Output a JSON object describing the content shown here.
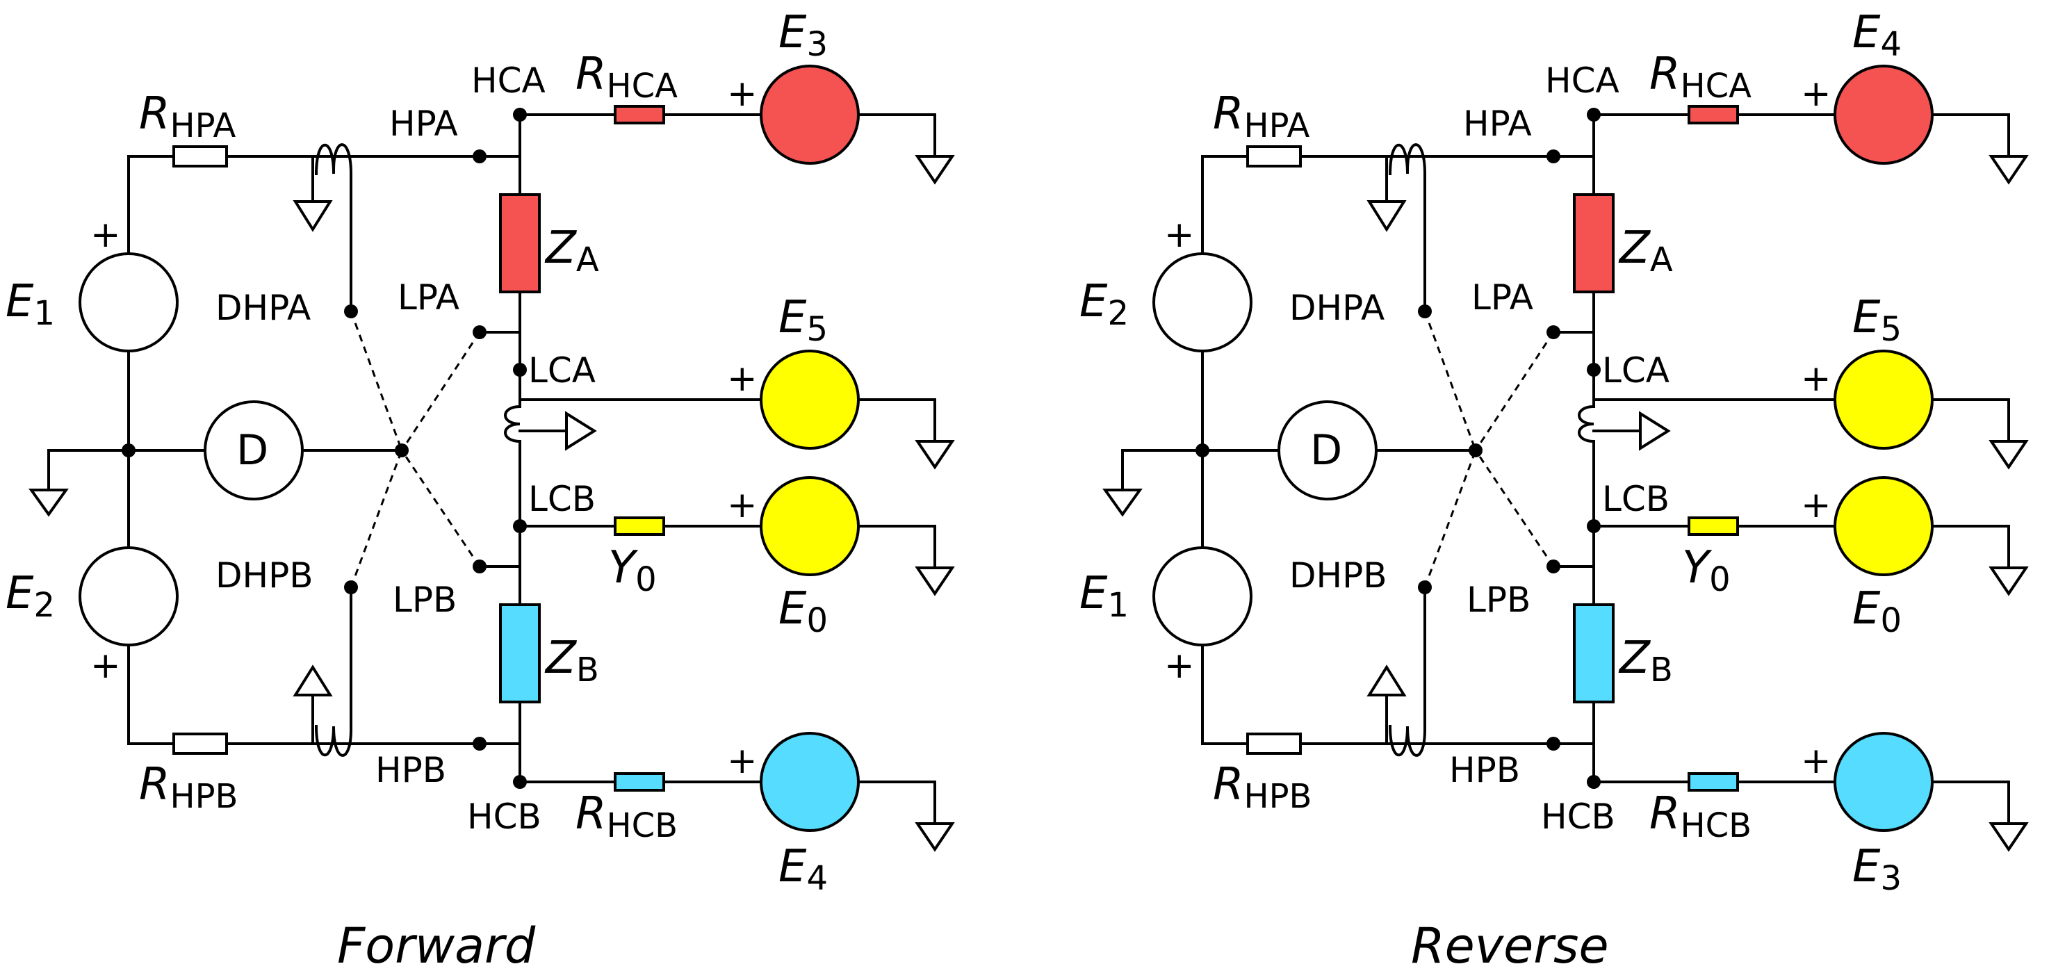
{
  "colors": {
    "red": "#f55252",
    "yellow": "#ffff00",
    "cyan": "#55dcff"
  },
  "nodes": {
    "hpa": "HPA",
    "hca": "HCA",
    "dhpa": "DHPA",
    "lpa": "LPA",
    "lca": "LCA",
    "lcb": "LCB",
    "dhpb": "DHPB",
    "lpb": "LPB",
    "hpb": "HPB",
    "hcb": "HCB"
  },
  "symbols": {
    "r": "R",
    "hpa_sub": "HPA",
    "hpb_sub": "HPB",
    "hca_sub": "HCA",
    "hcb_sub": "HCB",
    "z": "Z",
    "za_sub": "A",
    "zb_sub": "B",
    "y": "Y",
    "y_sub": "0",
    "e": "E",
    "d": "D",
    "plus": "+"
  },
  "panels": [
    {
      "caption": "Forward",
      "src_top_sub": "1",
      "src_bot_sub": "2",
      "src_red_sub": "3",
      "src_yel_top_sub": "5",
      "src_yel_bot_sub": "0",
      "src_cyan_sub": "4"
    },
    {
      "caption": "Reverse",
      "src_top_sub": "2",
      "src_bot_sub": "1",
      "src_red_sub": "4",
      "src_yel_top_sub": "5",
      "src_yel_bot_sub": "0",
      "src_cyan_sub": "3"
    }
  ]
}
